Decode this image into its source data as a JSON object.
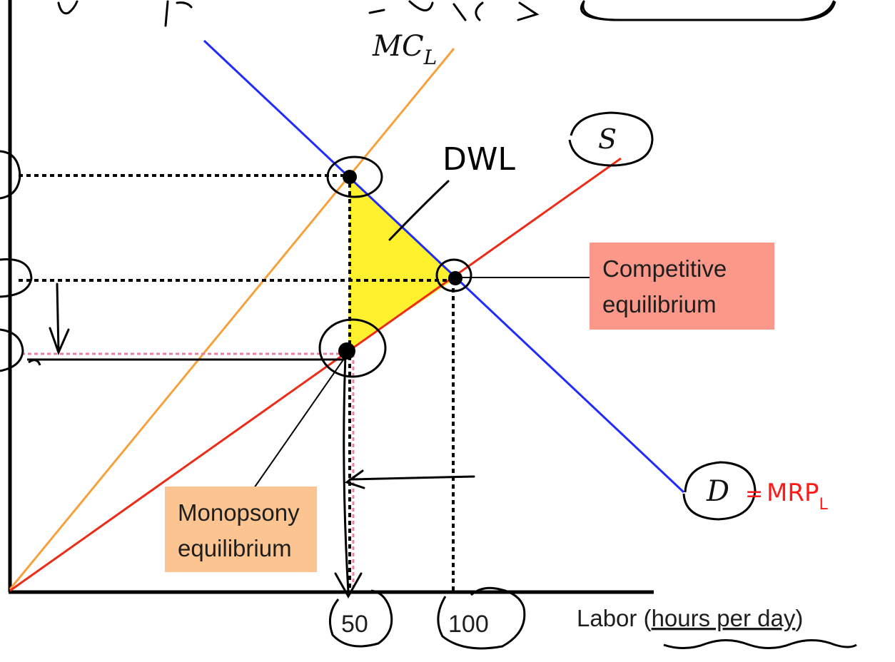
{
  "colors": {
    "demand": "#1f2bff",
    "supply": "#ee2b17",
    "mcl": "#f7a13d",
    "dwl_fill": "#fff12e",
    "competitive_box": "#fb9889",
    "monopsony_box": "#fbc491",
    "pink_dotted": "#ee7f9c",
    "annotation_red": "#ff1a1a",
    "ink": "#000000"
  },
  "labels": {
    "mcl_main": "MC",
    "mcl_sub": "L",
    "supply": "S",
    "demand": "D",
    "dwl": "DWL",
    "mrp_main": "MRP",
    "mrp_sub": "L",
    "x_axis_pre": "Labor (",
    "x_axis_underlined": "hours per day",
    "x_axis_post": ")",
    "tick_50": "50",
    "tick_100": "100",
    "competitive_line1": "Competitive",
    "competitive_line2": "equilibrium",
    "monopsony_line1": "Monopsony",
    "monopsony_line2": "equilibrium"
  },
  "icons": [
    "circled-point-icon",
    "down-arrow-icon",
    "left-arrow-icon"
  ]
}
